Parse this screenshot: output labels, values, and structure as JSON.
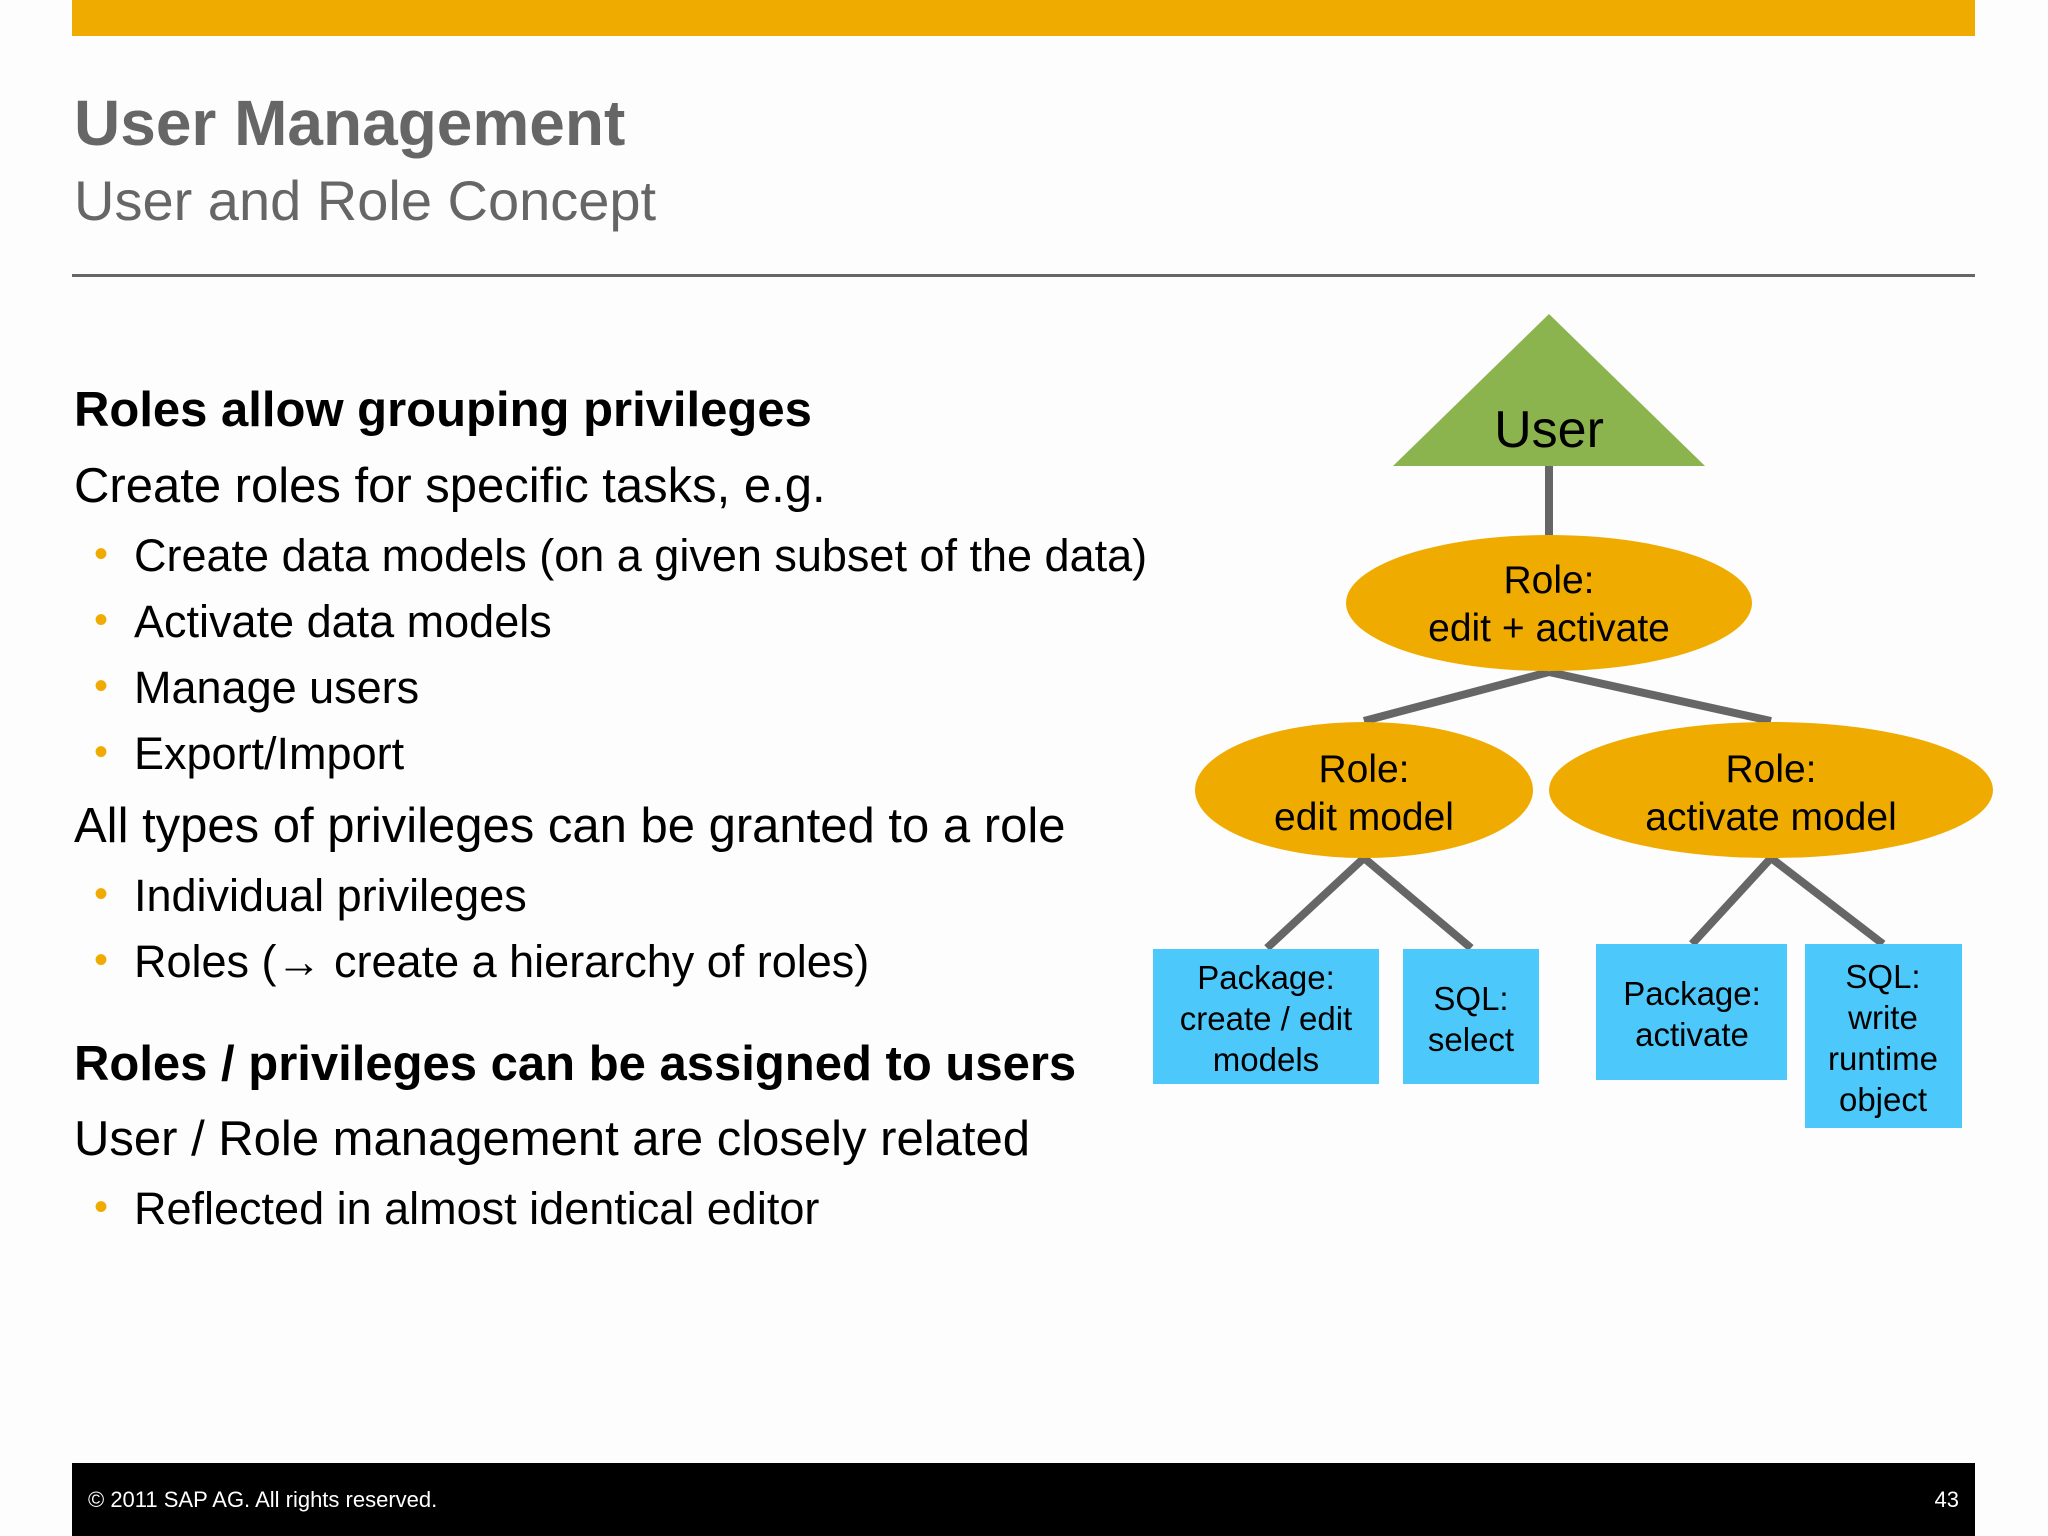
{
  "header": {
    "title": "User Management",
    "subtitle": "User and Role Concept"
  },
  "body": {
    "heading1": "Roles allow grouping privileges",
    "para1": "Create roles for specific tasks, e.g.",
    "bullets1": [
      "Create data models (on a given subset of the data)",
      "Activate data models",
      "Manage users",
      "Export/Import"
    ],
    "para2": "All types of privileges can be granted to a role",
    "bullets2": [
      "Individual privileges",
      "Roles (→ create a hierarchy of roles)"
    ],
    "heading2": "Roles / privileges can be assigned to users",
    "para3": "User / Role management are closely related",
    "bullets3": [
      "Reflected in almost identical editor"
    ]
  },
  "diagram": {
    "user": "User",
    "role_top": [
      "Role:",
      "edit + activate"
    ],
    "role_left": [
      "Role:",
      "edit model"
    ],
    "role_right": [
      "Role:",
      "activate model"
    ],
    "priv1": [
      "Package:",
      "create / edit",
      "models"
    ],
    "priv2": [
      "SQL:",
      "select"
    ],
    "priv3": [
      "Package:",
      "activate"
    ],
    "priv4": [
      "SQL:",
      "write",
      "runtime",
      "object"
    ],
    "colors": {
      "user": "#8bb34e",
      "role": "#f0ab00",
      "privilege": "#4cc8fa",
      "connector": "#666666"
    }
  },
  "footer": {
    "copyright": "©  2011 SAP AG. All rights reserved.",
    "page_number": "43"
  }
}
